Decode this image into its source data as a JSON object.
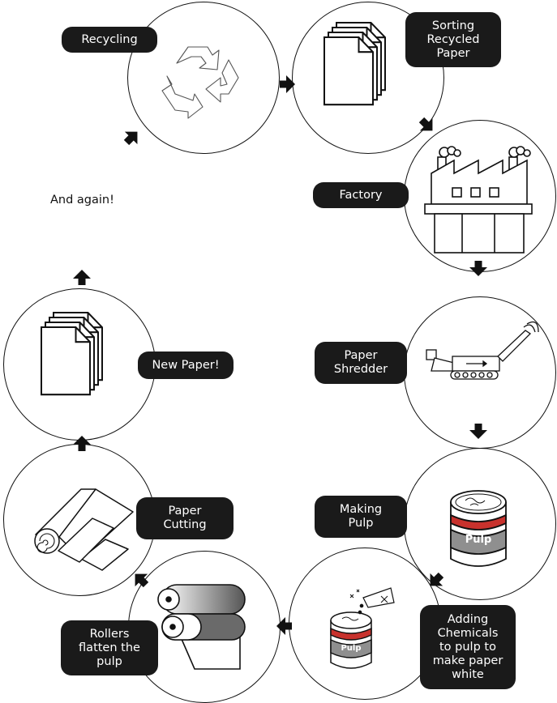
{
  "steps": {
    "recycling": {
      "label": "Recycling",
      "icon": "recycle-icon"
    },
    "sorting": {
      "label": "Sorting\nRecycled\nPaper",
      "icon": "paper-stack-icon"
    },
    "factory": {
      "label": "Factory",
      "icon": "factory-icon"
    },
    "shredder": {
      "label": "Paper\nShredder",
      "icon": "shredder-machine-icon"
    },
    "pulp": {
      "label": "Making\nPulp",
      "icon": "pulp-can-icon",
      "can_text": "Pulp"
    },
    "chemicals": {
      "label": "Adding\nChemicals\nto pulp to\nmake paper\nwhite",
      "icon": "chemicals-can-icon",
      "can_text": "Pulp"
    },
    "rollers": {
      "label": "Rollers\nflatten the\npulp",
      "icon": "rollers-icon"
    },
    "cutting": {
      "label": "Paper\nCutting",
      "icon": "paper-roll-icon"
    },
    "newpaper": {
      "label": "New Paper!",
      "icon": "paper-stack-icon"
    }
  },
  "loop_text": "And again!",
  "colors": {
    "pill": "#1a1a1a",
    "stroke": "#111111",
    "can_red": "#c8322d",
    "can_grey": "#8f8f8f"
  }
}
